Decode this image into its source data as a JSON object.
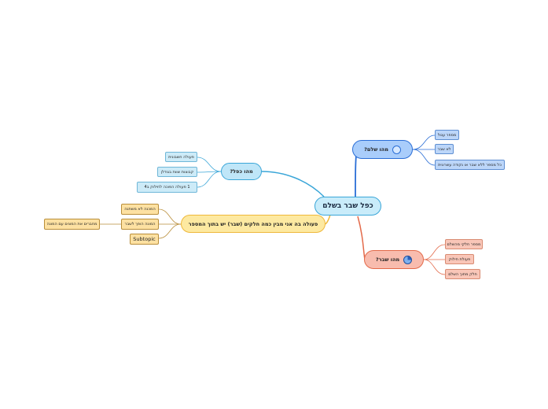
{
  "central": {
    "label": "כפל שבר בשלם"
  },
  "branches": {
    "whole": {
      "label": "מהו שלם?",
      "icon": "whole-circle-icon",
      "items": [
        "מספר עגול",
        "לא שבר",
        "כל מספר ללא שבר או נקודה עשרונית"
      ]
    },
    "fraction": {
      "label": "מהו שבר?",
      "icon": "quarter-pie-icon",
      "items": [
        "מספר חלקי מהשלם",
        "פעולת חילוק",
        "חלק מתוך השלם"
      ]
    },
    "multiply": {
      "label": "מהו כפל?",
      "items": [
        "פעולה חשבונית",
        "קבוצות שוות בגודלן",
        "1 פעולה הפוכה לחילוק ב4"
      ]
    },
    "operation": {
      "label": "פעולה בה אני מבין כמה חלקים (שבר) יש בתוך המספר",
      "items": [
        "המכנה לא משתנה",
        "המונה הופך לשבר",
        "Subtopic"
      ],
      "sub_items": [
        "מחברים את המונים עם המונה"
      ]
    }
  },
  "colors": {
    "whole": "#2a6ed6",
    "fraction": "#e36a4a",
    "multiply": "#3aa6d8",
    "operation": "#efb83a"
  }
}
